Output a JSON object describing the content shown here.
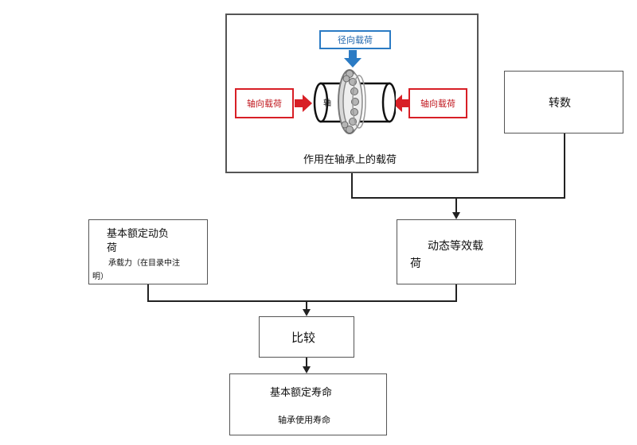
{
  "loads_panel": {
    "radial_load": "径向载荷",
    "axial_load_left": "轴向载荷",
    "axial_load_right": "轴向载荷",
    "shaft_label": "轴",
    "caption": "作用在轴承上的载荷"
  },
  "speed_box": {
    "label": "转数"
  },
  "dynamic_load_box": {
    "line1": "动态等效载",
    "line2": "荷"
  },
  "rating_box": {
    "title_line1": "基本额定动负",
    "title_line2": "荷",
    "note_line1": "承载力（在目录中注",
    "note_line2": "明）"
  },
  "compare_box": {
    "label": "比较"
  },
  "life_box": {
    "title": "基本额定寿命",
    "subtitle": "轴承使用寿命"
  },
  "colors": {
    "axial_red": "#d81f26",
    "radial_blue": "#2b7bc4",
    "connector": "#222222"
  }
}
